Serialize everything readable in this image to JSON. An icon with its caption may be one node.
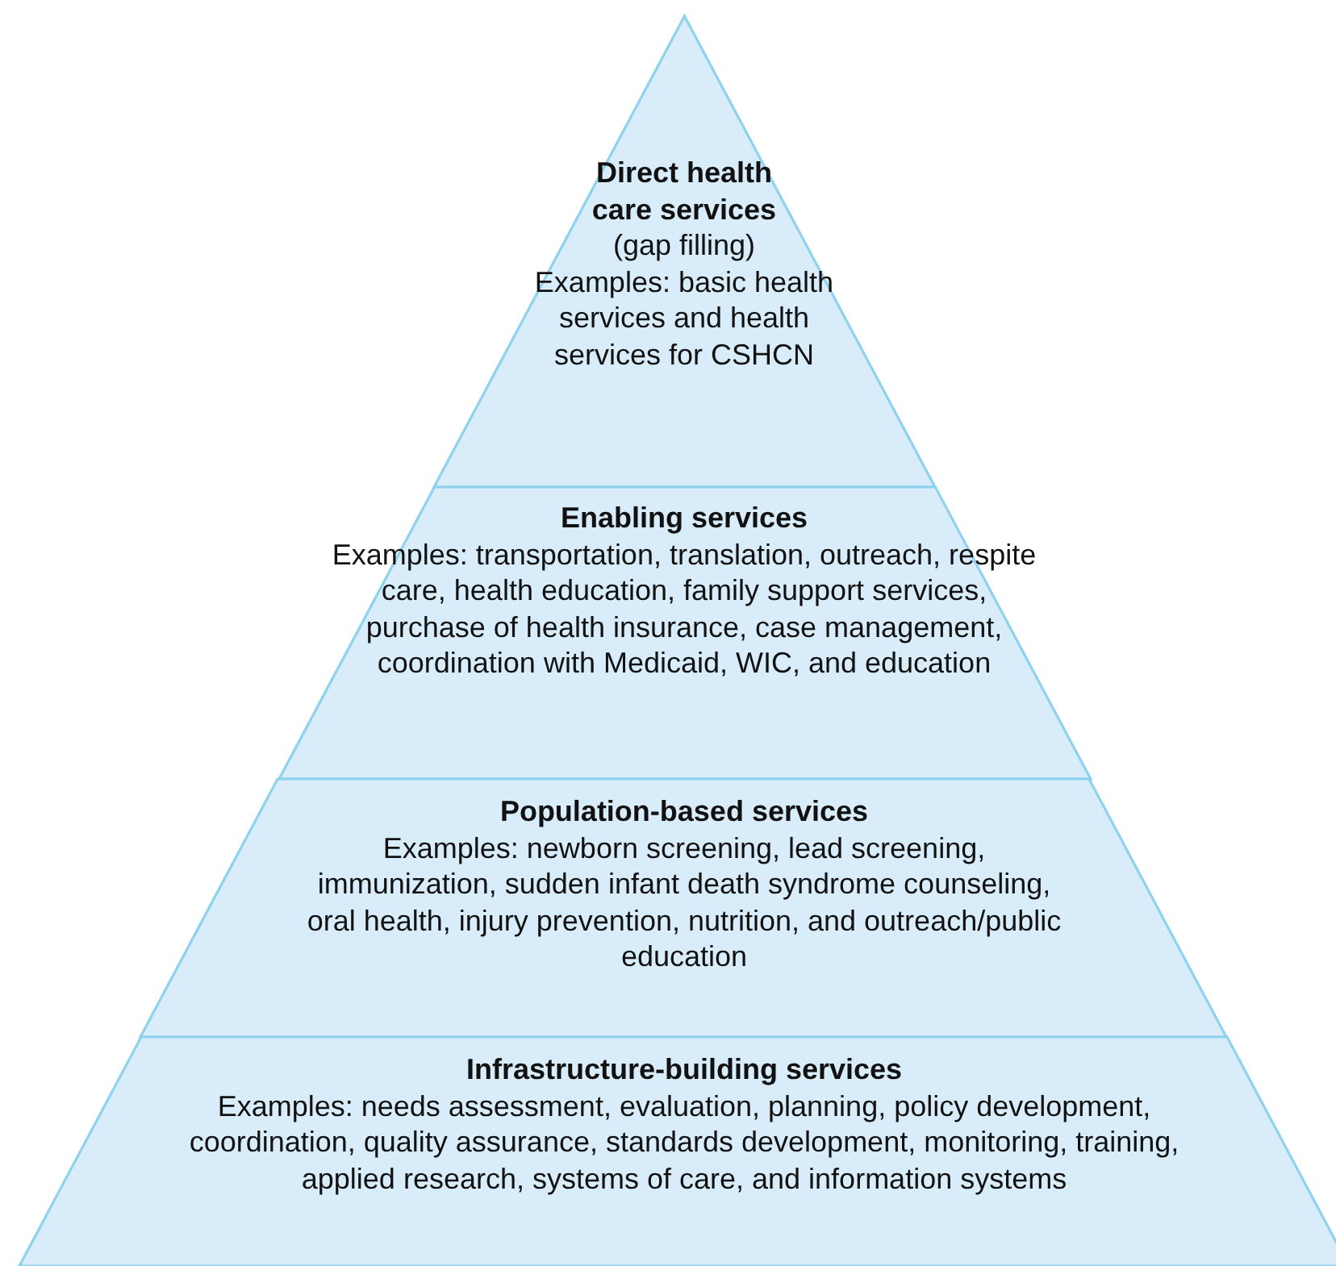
{
  "diagram": {
    "nodes": [
      {
        "text": [
          "Direct health care services",
          "(gap filling)",
          "Examples: basic health services and health services for CSHCN"
        ]
      },
      {
        "text": [
          "Enabling services",
          "Examples: transportation, translation, outreach, respite care, health education, family support services, purchase of health insurance, case management, coordination with Medicaid, WIC, and education"
        ]
      },
      {
        "text": [
          "Population-based services",
          "Examples: newborn screening, lead screening, immunization, sudden infant death syndrome counseling, oral health, injury prevention, nutrition, and outreach/public education"
        ]
      },
      {
        "text": [
          "Infrastructure-building services",
          "Examples: needs assessment, evaluation, planning, policy development, coordination, quality assurance, standards development, monitoring, training, applied research, systems of care, and information systems"
        ]
      }
    ]
  }
}
